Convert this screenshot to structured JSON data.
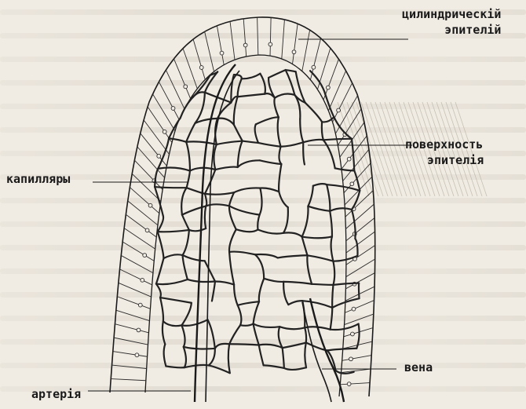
{
  "labels": {
    "cylindrical_epithelium": [
      "цилиндрическій",
      "эпителій"
    ],
    "epithelium_surface": [
      "поверхность",
      "эпителія"
    ],
    "capillaries": "капилляры",
    "vein": "вена",
    "artery": "артерія"
  },
  "colors": {
    "paper": "#f1ece3",
    "ink": "#1a1a1a",
    "bleed_text": "#9a9187"
  }
}
